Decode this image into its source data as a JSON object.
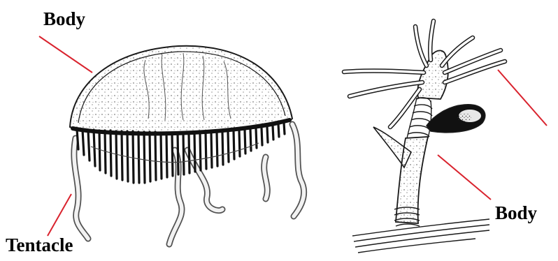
{
  "labels": {
    "jellyfish_body": "Body",
    "jellyfish_tentacle": "Tentacle",
    "polyp_body": "Body"
  },
  "colors": {
    "leader_line": "#d9232e",
    "ink": "#1a1a1a",
    "background": "#ffffff"
  }
}
